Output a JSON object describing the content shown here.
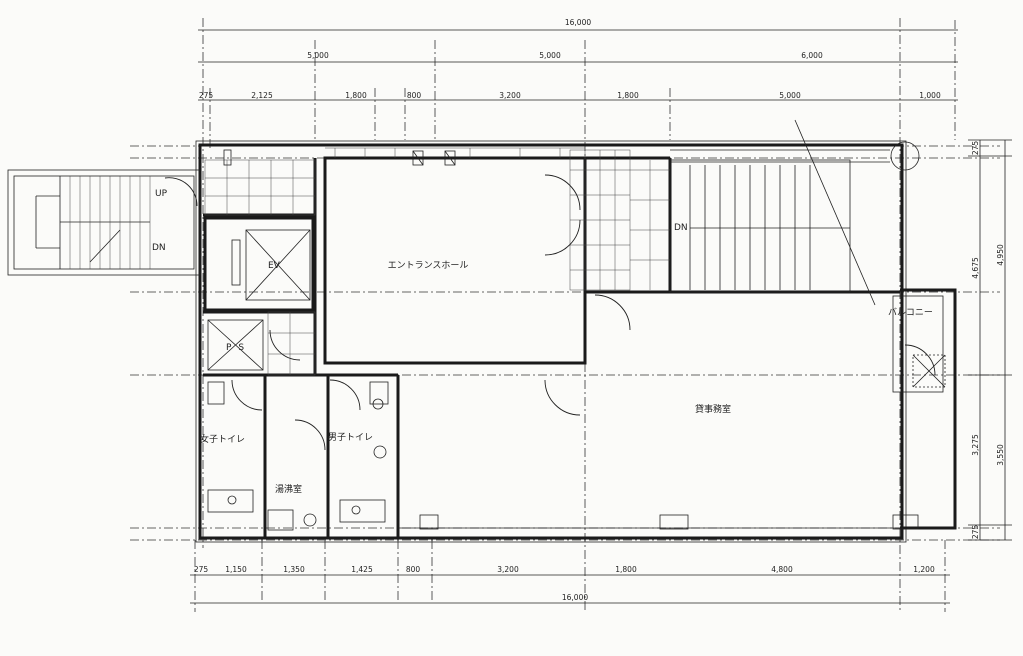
{
  "dimensions": {
    "top_total": "16,000",
    "top_spans": [
      "5,000",
      "5,000",
      "6,000"
    ],
    "top_sub": [
      "275",
      "2,125",
      "1,800",
      "800",
      "3,200",
      "1,800",
      "5,000",
      "1,000"
    ],
    "bottom_sub": [
      "275",
      "1,150",
      "1,350",
      "1,425",
      "800",
      "3,200",
      "1,800",
      "4,800",
      "1,200"
    ],
    "bottom_total": "16,000",
    "right_inner": [
      "275",
      "4,675",
      "3,275",
      "275"
    ],
    "right_outer": [
      "4,950",
      "3,550"
    ]
  },
  "labels": {
    "stair_up": "UP",
    "stair_dn": "DN",
    "stair_dn_right": "DN",
    "elevator": "EV",
    "pipe_space": "PS",
    "entrance_hall": "エントランスホール",
    "office": "貸事務室",
    "balcony": "バルコニー",
    "women_toilet": "女子トイレ",
    "men_toilet": "男子トイレ",
    "kitchenette": "湯沸室"
  }
}
